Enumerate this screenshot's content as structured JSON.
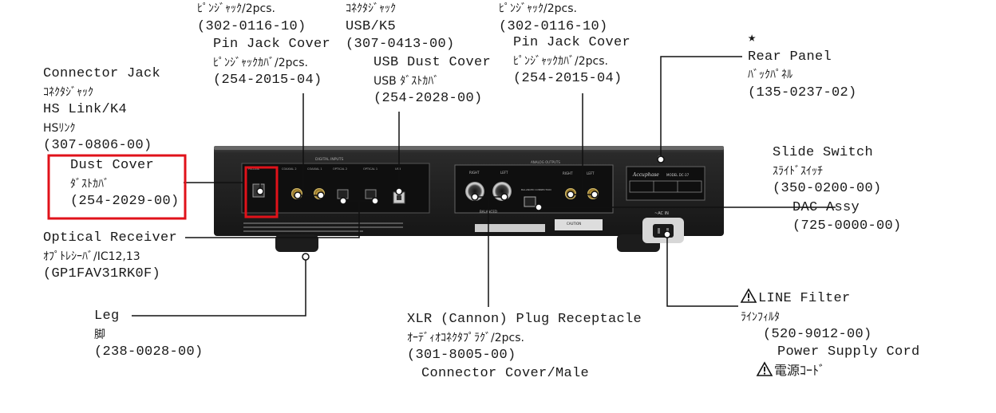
{
  "labels": {
    "conn_hs": {
      "l1": "Connector Jack",
      "l2": "ｺﾈｸﾀｼﾞｬｯｸ",
      "l3": "HS Link/K4",
      "l4": "HSﾘﾝｸ",
      "l5": "(307-0806-00)"
    },
    "dust_cover": {
      "l1": "Dust Cover",
      "l2": "ﾀﾞｽﾄｶﾊﾞ",
      "l3": "(254-2029-00)"
    },
    "optical": {
      "l1": "Optical Receiver",
      "l2": "ｵﾌﾟﾄﾚｼｰﾊﾞ/IC12,13",
      "l3": "(GP1FAV31RK0F)"
    },
    "leg": {
      "l1": "Leg",
      "l2": "脚",
      "l3": "(238-0028-00)"
    },
    "pin_jack_top_left": {
      "l1": "ﾋﾟﾝｼﾞｬｯｸ/2pcs.",
      "l2": "(302-0116-10)"
    },
    "pin_cover_left": {
      "l1": "Pin Jack Cover",
      "l2": "ﾋﾟﾝｼﾞｬｯｸｶﾊﾞ/2pcs.",
      "l3": "(254-2015-04)"
    },
    "usb_conn": {
      "l1": "ｺﾈｸﾀｼﾞｬｯｸ",
      "l2": "USB/K5",
      "l3": "(307-0413-00)"
    },
    "usb_cover": {
      "l1": "USB Dust Cover",
      "l2": "USB ﾀﾞｽﾄｶﾊﾞ",
      "l3": "(254-2028-00)"
    },
    "pin_jack_top_right": {
      "l1": "ﾋﾟﾝｼﾞｬｯｸ/2pcs.",
      "l2": "(302-0116-10)"
    },
    "pin_cover_right": {
      "l1": "Pin Jack Cover",
      "l2": "ﾋﾟﾝｼﾞｬｯｸｶﾊﾞ/2pcs.",
      "l3": "(254-2015-04)"
    },
    "rear_panel": {
      "star": "★",
      "l1": "Rear Panel",
      "l2": "ﾊﾞｯｸﾊﾟﾈﾙ",
      "l3": "(135-0237-02)"
    },
    "slide_switch": {
      "l1": "Slide Switch",
      "l2": "ｽﾗｲﾄﾞｽｲｯﾁ",
      "l3": "(350-0200-00)"
    },
    "dac": {
      "l1": "DAC Assy",
      "l2": "(725-0000-00)"
    },
    "line_filter": {
      "l1": "LINE Filter",
      "l2": "ﾗｲﾝﾌｨﾙﾀ",
      "l3": "(520-9012-00)"
    },
    "power": {
      "l1": "Power Supply Cord",
      "l2": "電源ｺｰﾄﾞ"
    },
    "xlr": {
      "l1": "XLR (Cannon) Plug Receptacle",
      "l2": "ｵｰﾃﾞｨｵｺﾈｸﾀﾌﾟﾗｸﾞ/2pcs.",
      "l3": "(301-8005-00)",
      "l4": "Connector Cover/Male"
    }
  },
  "panel": {
    "digital_inputs": "DIGITAL INPUTS",
    "analog_outputs": "ANALOG OUTPUTS",
    "hs_link": "HS-LINK",
    "coaxial2": "COAXIAL 2",
    "coaxial1": "COAXIAL 1",
    "optical2": "OPTICAL 2",
    "optical1": "OPTICAL 1",
    "usb": "USB",
    "right": "RIGHT",
    "left": "LEFT",
    "balanced": "BALANCED",
    "balanced_connection": "BALANCED CONNECTION",
    "brand": "Accuphase",
    "model": "MODEL DC-37",
    "ac_in": "~AC IN",
    "caution": "CAUTION",
    "avis": "AVIS:"
  },
  "colors": {
    "highlight": "#e0121a",
    "line": "#111111"
  }
}
